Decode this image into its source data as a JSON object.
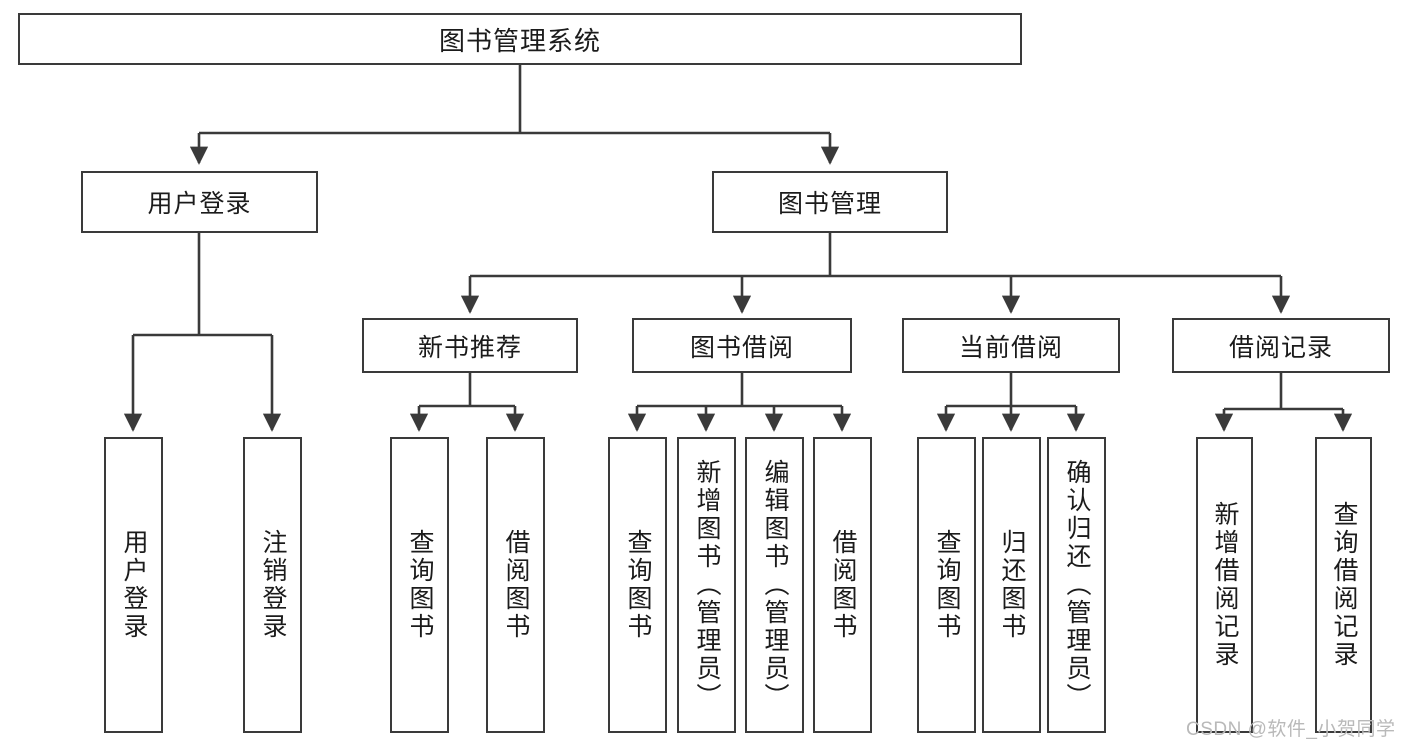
{
  "diagram": {
    "title": "图书管理系统",
    "type": "tree-hierarchy-chart",
    "root": {
      "id": "root",
      "label": "图书管理系统"
    },
    "level2": [
      {
        "id": "user-login",
        "label": "用户登录"
      },
      {
        "id": "book-manage",
        "label": "图书管理"
      }
    ],
    "level3": [
      {
        "id": "new-book-rec",
        "label": "新书推荐"
      },
      {
        "id": "book-borrow",
        "label": "图书借阅"
      },
      {
        "id": "current-borrow",
        "label": "当前借阅"
      },
      {
        "id": "borrow-record",
        "label": "借阅记录"
      }
    ],
    "leaves": {
      "user_login": [
        {
          "id": "leaf-user-login",
          "label": "用户登录"
        },
        {
          "id": "leaf-user-logout",
          "label": "注销登录"
        }
      ],
      "new_book_rec": [
        {
          "id": "leaf-query-book-1",
          "label": "查询图书"
        },
        {
          "id": "leaf-borrow-book-1",
          "label": "借阅图书"
        }
      ],
      "book_borrow": [
        {
          "id": "leaf-query-book-2",
          "label": "查询图书"
        },
        {
          "id": "leaf-add-book",
          "label": "新增图书（管理员）"
        },
        {
          "id": "leaf-edit-book",
          "label": "编辑图书（管理员）"
        },
        {
          "id": "leaf-borrow-book-2",
          "label": "借阅图书"
        }
      ],
      "current_borrow": [
        {
          "id": "leaf-query-book-3",
          "label": "查询图书"
        },
        {
          "id": "leaf-return-book",
          "label": "归还图书"
        },
        {
          "id": "leaf-confirm-return",
          "label": "确认归还（管理员）"
        }
      ],
      "borrow_record": [
        {
          "id": "leaf-add-record",
          "label": "新增借阅记录"
        },
        {
          "id": "leaf-query-record",
          "label": "查询借阅记录"
        }
      ]
    },
    "colors": {
      "stroke": "#3a3a3a",
      "fill": "#ffffff",
      "text": "#1b1b1b",
      "watermark": "#b9b9b9"
    }
  },
  "watermark": {
    "text": "CSDN @软件_小贺同学"
  }
}
